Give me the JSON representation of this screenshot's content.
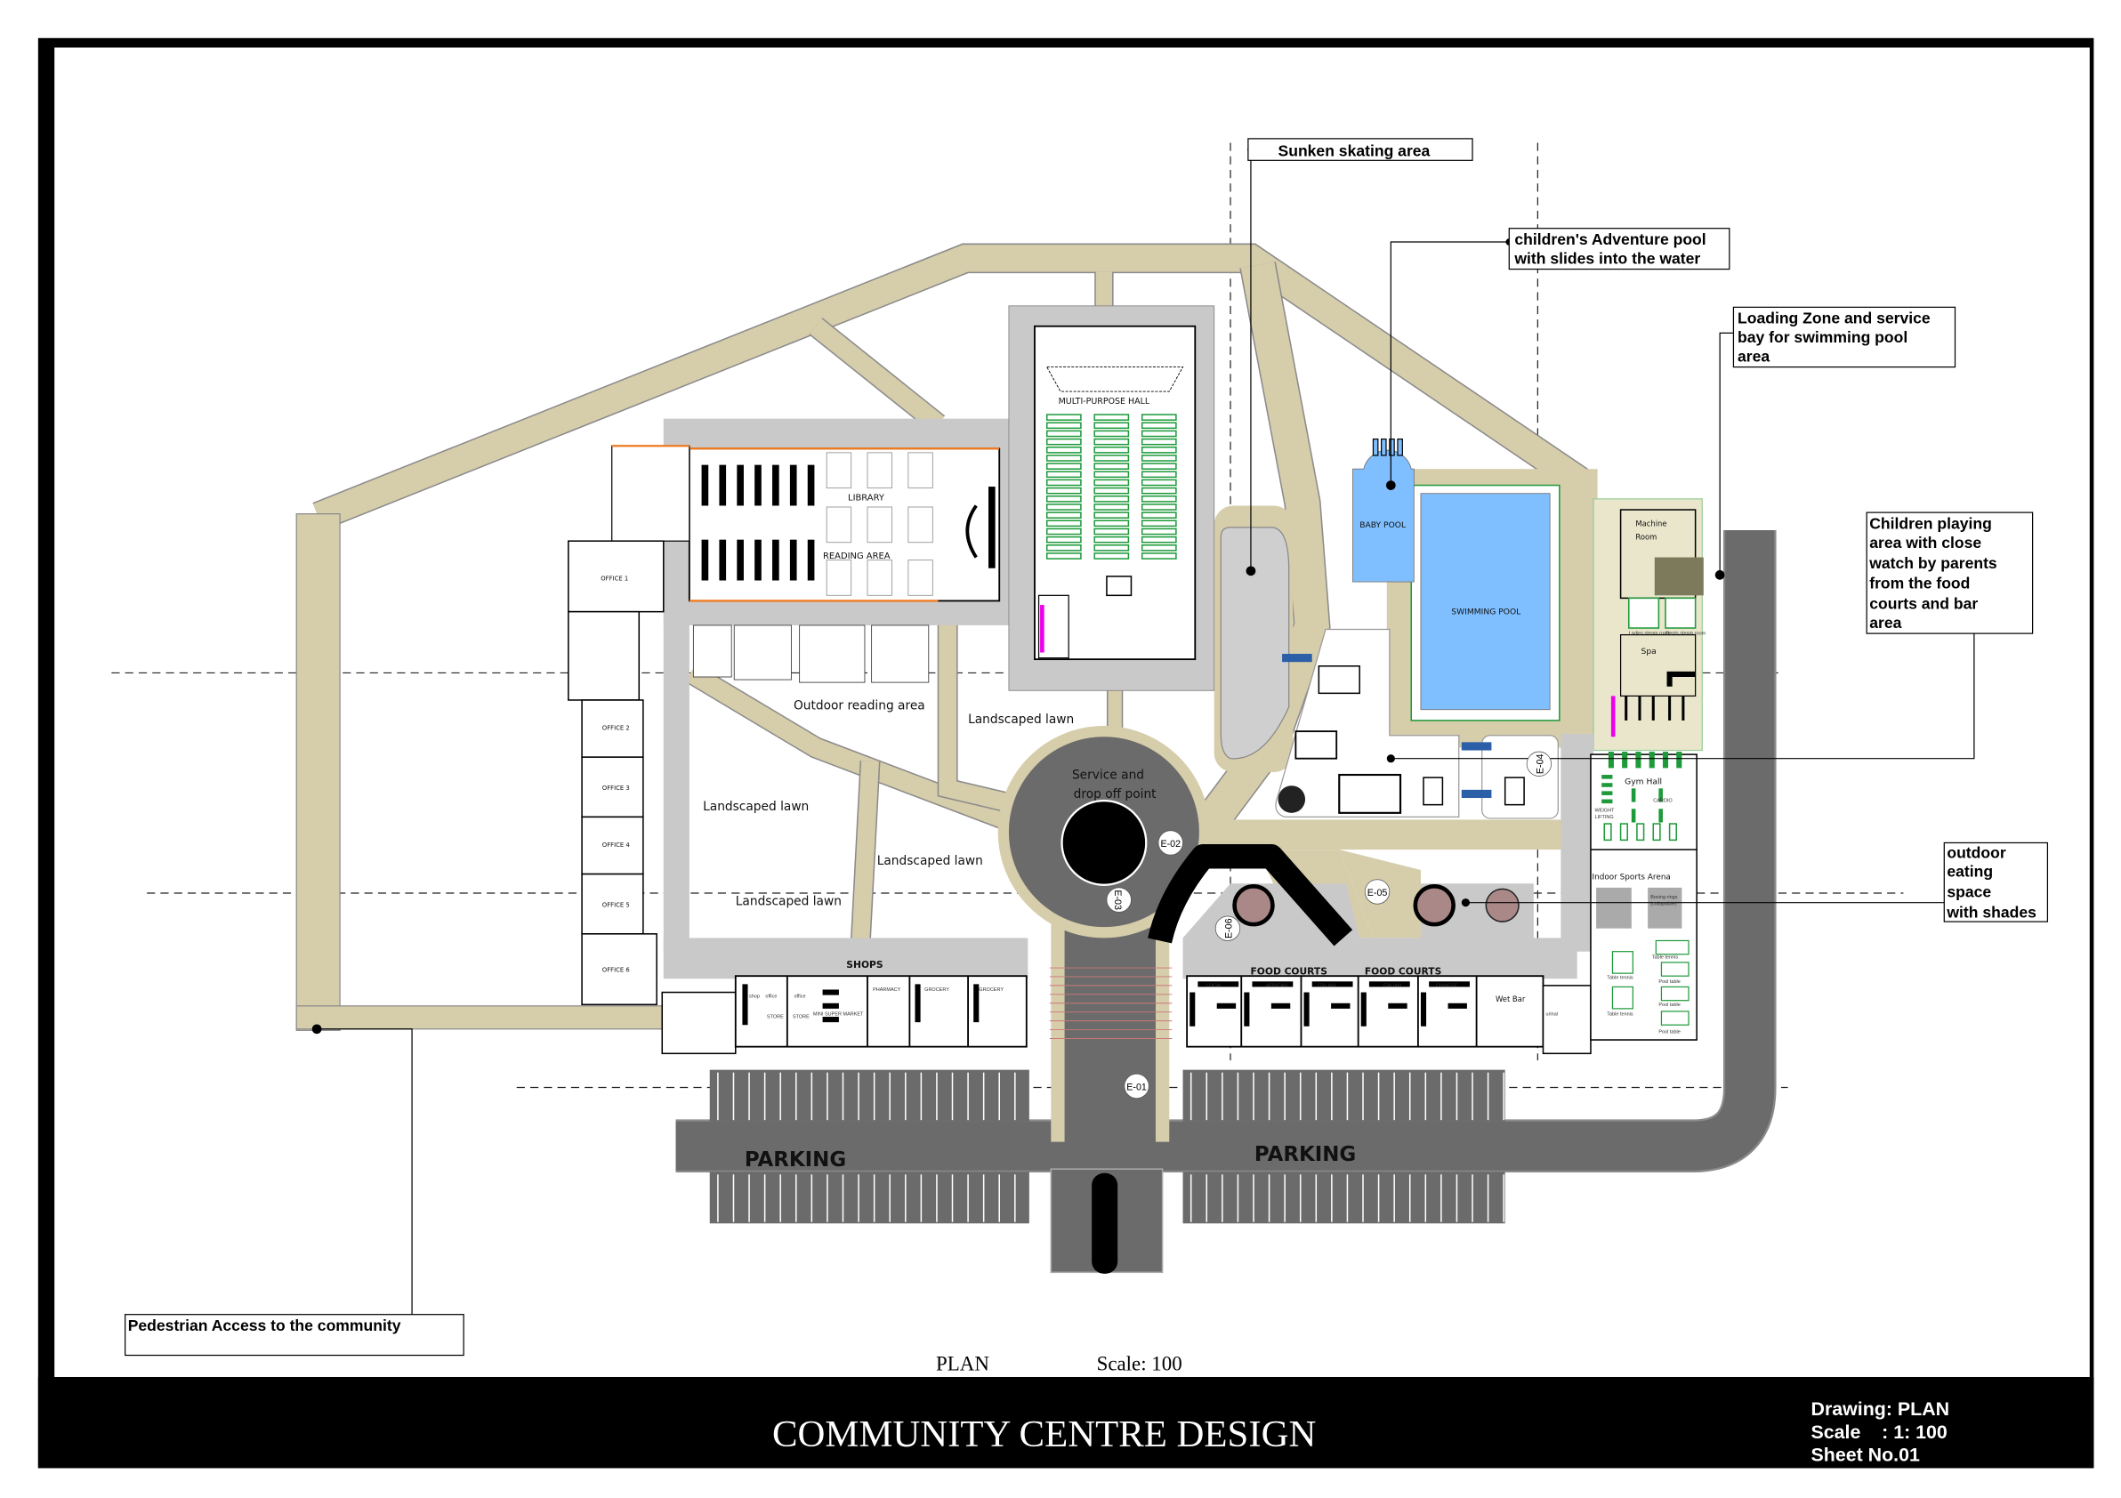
{
  "title_block": {
    "title": "COMMUNITY CENTRE DESIGN",
    "drawing_line": "Drawing: PLAN",
    "scale_line": "Scale    : 1: 100",
    "sheet_line": "Sheet No.01",
    "plan_caption": "PLAN",
    "scale_caption": "Scale: 100"
  },
  "callouts": {
    "skating": [
      "Sunken skating area"
    ],
    "adventure_pool": [
      "children's Adventure pool",
      "with slides into the water"
    ],
    "loading_zone": [
      "Loading Zone and service",
      "bay for swimming pool",
      "area"
    ],
    "children_play": [
      "Children playing",
      "area with close",
      "watch by parents",
      "from the food",
      "courts and bar",
      "area"
    ],
    "outdoor_eating": [
      "outdoor",
      "eating",
      "space",
      "with shades"
    ],
    "pedestrian": [
      "Pedestrian Access to the community"
    ]
  },
  "rooms": {
    "library": "LIBRARY",
    "reading_area": "READING AREA",
    "hall": "MULTI-PURPOSE HALL",
    "offices": [
      "OFFICE 1",
      "OFFICE 2",
      "OFFICE 3",
      "OFFICE 4",
      "OFFICE 5",
      "OFFICE 6"
    ],
    "shops": "SHOPS",
    "shop_units": [
      "shop",
      "office",
      "office",
      "STORE",
      "STORE",
      "MINI SUPER MARKET",
      "PHARMACY",
      "GROCERY",
      "GROCERY"
    ],
    "food_courts": [
      "FOOD COURTS",
      "FOOD COURTS"
    ],
    "food_units": [
      "LOCAL",
      "AFRICAN",
      "ITALIAN",
      "ITALIAN",
      "CHINESE"
    ],
    "wet_bar": "Wet Bar",
    "urinal": "urinal",
    "baby_pool": "BABY POOL",
    "swimming_pool": "SWIMMING POOL",
    "machine_room": [
      "Machine",
      "Room"
    ],
    "steam_rooms": [
      "Ladies steam room",
      "Gents steam room"
    ],
    "spa": "Spa",
    "gym_hall": "Gym Hall",
    "cardio": "CARDIO",
    "weight_lifting": [
      "WEIGHT",
      "LIFTING"
    ],
    "sports_arena": "Indoor Sports Arena",
    "boxing": [
      "Boxing rings",
      "(collapsible)"
    ],
    "table_tennis": [
      "Table tennis",
      "Table tennis",
      "Table tennis"
    ],
    "pool_table": [
      "Pool table",
      "Pool table",
      "Pool table"
    ]
  },
  "site": {
    "outdoor_reading": "Outdoor reading area",
    "lawns": [
      "Landscaped lawn",
      "Landscaped lawn",
      "Landscaped lawn",
      "Landscaped lawn"
    ],
    "dropoff": [
      "Service and",
      "drop off point"
    ],
    "parking": [
      "PARKING",
      "PARKING"
    ],
    "elevations": [
      "E-01",
      "E-02",
      "E-03",
      "E-04",
      "E-05",
      "E-06"
    ]
  },
  "colors": {
    "path": "#d6cdab",
    "paving": "#c9c9c9",
    "road": "#6b6b6b",
    "pool": "#7fbfff",
    "deck": "#e9e6cc",
    "seating": "#1e9a3a"
  }
}
